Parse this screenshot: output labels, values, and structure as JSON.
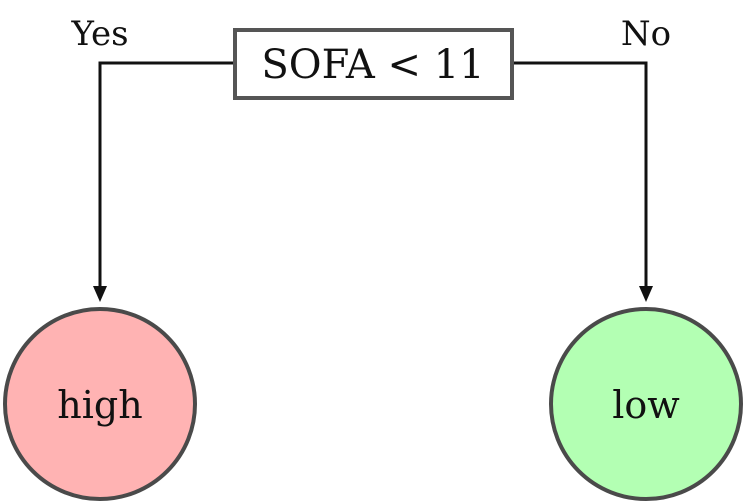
{
  "decision_tree": {
    "root": {
      "condition": "SOFA < 11"
    },
    "branches": {
      "yes_label": "Yes",
      "no_label": "No"
    },
    "leaves": [
      {
        "id": "high",
        "label": "high",
        "color": "#ffb3b3"
      },
      {
        "id": "low",
        "label": "low",
        "color": "#b3ffb3"
      }
    ]
  }
}
